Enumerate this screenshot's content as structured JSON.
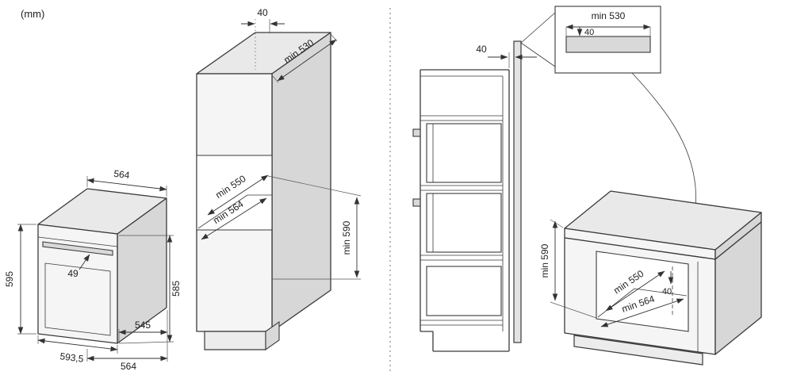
{
  "page": {
    "unit_label": "(mm)"
  },
  "colors": {
    "line": "#3a3a3a",
    "face_light": "#e9e9e9",
    "face_mid": "#d7d7d7",
    "background": "#ffffff"
  },
  "oven_front_view": {
    "width_top": "564",
    "height_left": "595",
    "handle_gap": "49",
    "height_right": "585",
    "depth_body": "545",
    "depth_total": "593,5",
    "width_bottom": "564"
  },
  "tall_cabinet_view": {
    "rear_gap": "40",
    "top_depth": "min 530",
    "niche_depth": "min 550",
    "niche_width": "min 564",
    "niche_height": "min 590"
  },
  "section_view": {
    "rear_gap": "40"
  },
  "detail_view": {
    "top_depth": "min 530",
    "rear_gap": "40"
  },
  "base_cabinet_view": {
    "niche_height": "min 590",
    "niche_depth": "min 550",
    "rear_gap": "40",
    "niche_width": "min 564"
  }
}
